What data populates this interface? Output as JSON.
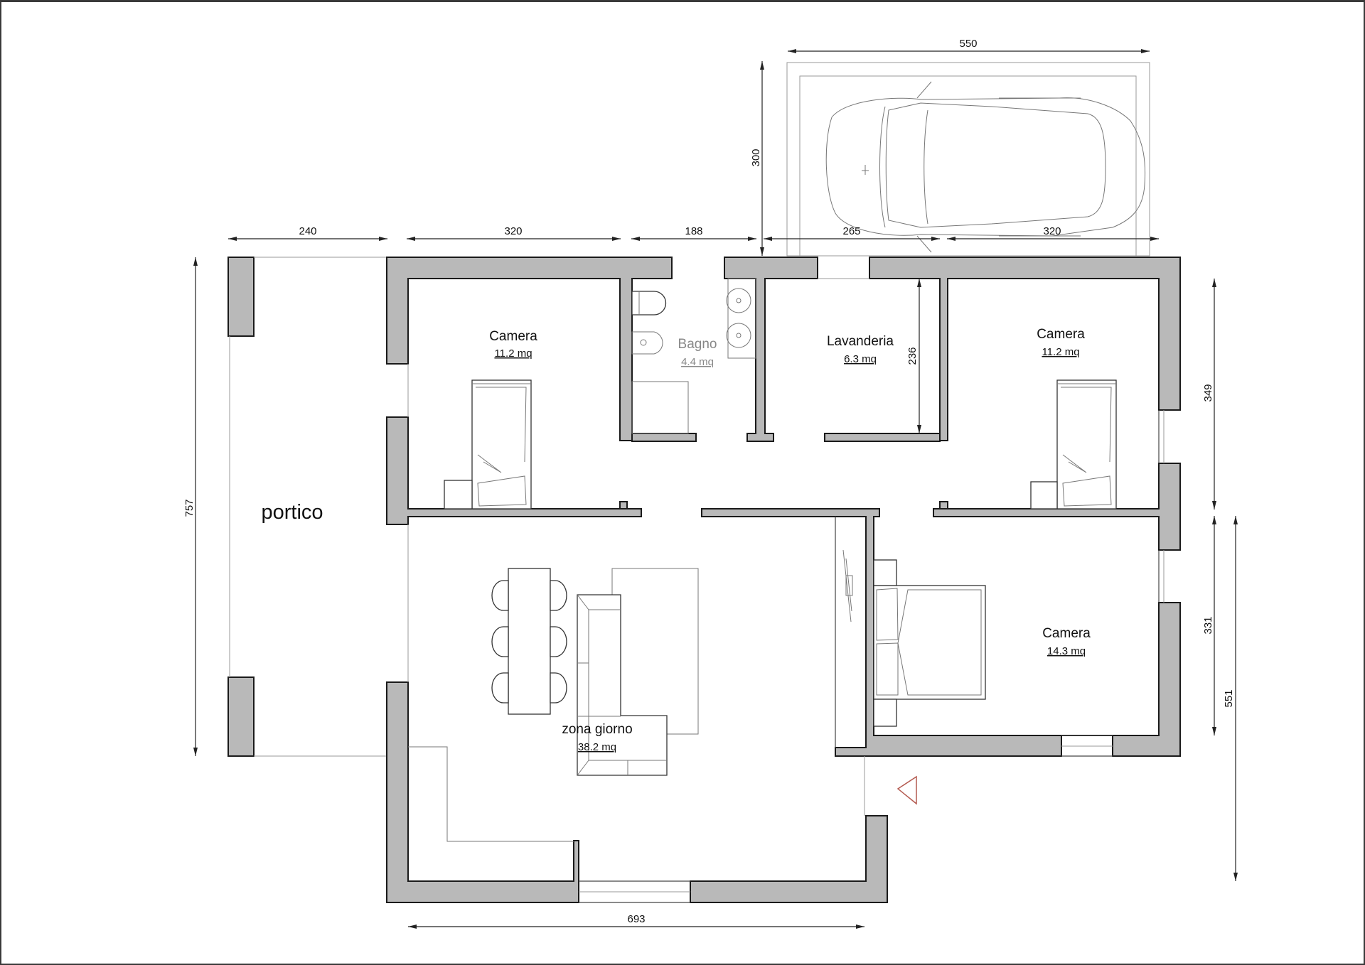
{
  "plan": {
    "type": "residential floor plan",
    "units": "cm",
    "wall_color": "#b9b9b9",
    "entrance_marker_color": "#b45a50"
  },
  "rooms": {
    "portico": {
      "name": "portico"
    },
    "camera_top_left": {
      "name": "Camera",
      "area": "11.2 mq"
    },
    "bagno": {
      "name": "Bagno",
      "area": "4.4 mq"
    },
    "lavanderia": {
      "name": "Lavanderia",
      "area": "6.3 mq"
    },
    "camera_top_right": {
      "name": "Camera",
      "area": "11.2 mq"
    },
    "zona_giorno": {
      "name": "zona giorno",
      "area": "38.2 mq"
    },
    "camera_bottom_right": {
      "name": "Camera",
      "area": "14.3 mq"
    }
  },
  "dimensions": {
    "garage_width": "550",
    "garage_depth": "300",
    "top_portico": "240",
    "top_camera_left": "320",
    "top_bagno": "188",
    "top_lavanderia": "265",
    "top_camera_right": "320",
    "lavanderia_depth": "236",
    "left_total": "757",
    "right_upper": "349",
    "right_lower": "331",
    "right_outer": "551",
    "bottom_living": "693"
  },
  "furniture": {
    "car": "car-top-view",
    "beds": [
      "single-bed",
      "single-bed",
      "double-bed"
    ],
    "dining": "table-with-6-chairs",
    "sofa": "corner-sofa",
    "bathroom": [
      "toilet",
      "bidet",
      "shower",
      "double-sink"
    ],
    "entrance": "entrance-triangle"
  }
}
